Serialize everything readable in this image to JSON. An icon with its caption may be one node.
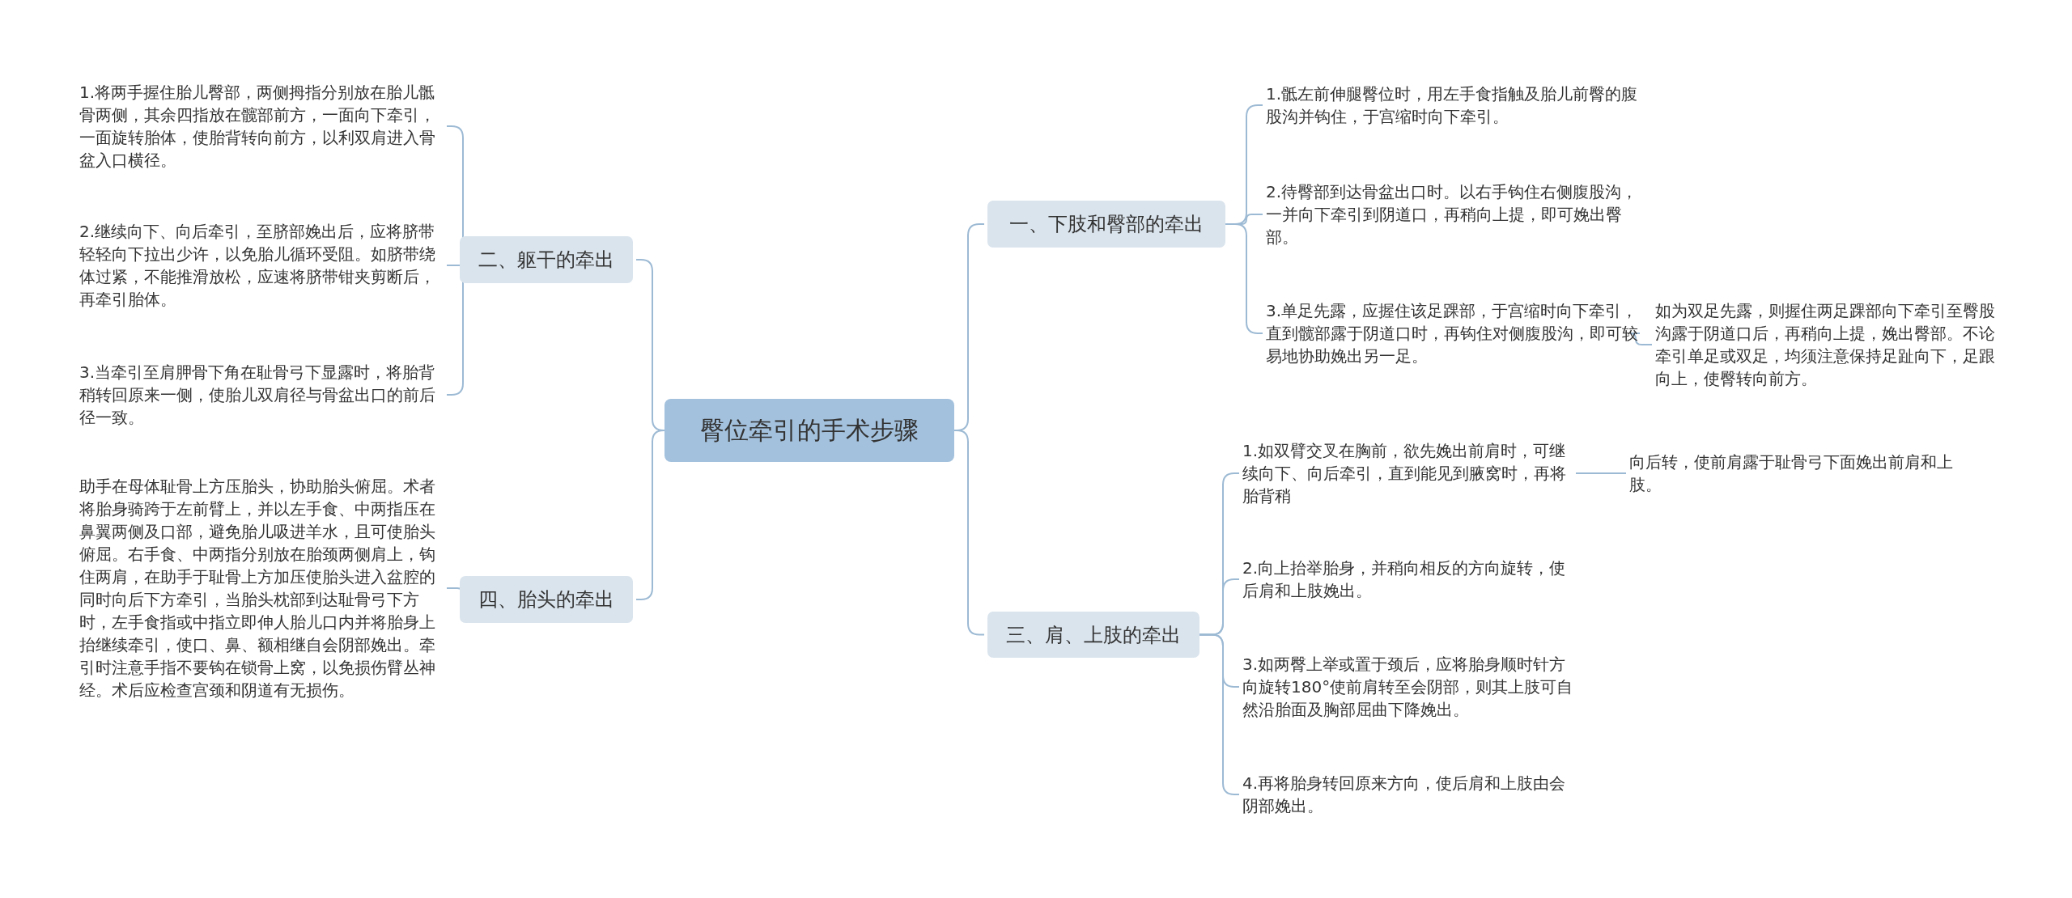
{
  "diagram": {
    "nodes": [
      {
        "text": [
          "臀位牵引的手术步骤"
        ]
      },
      {
        "text": [
          "一、下肢和臀部的牵出"
        ]
      },
      {
        "text": [
          "1.骶左前伸腿臀位时，用左手食指触及胎儿前臀的腹股沟并钩住，于宫缩时向下牵引。"
        ]
      },
      {
        "text": [
          "2.待臀部到达骨盆出口时。以右手钩住右侧腹股沟，一并向下牵引到阴道口，再稍向上提，即可娩出臀部。"
        ]
      },
      {
        "text": [
          "3.单足先露，应握住该足踝部，于宫缩时向下牵引，直到髋部露于阴道口时，再钩住对侧腹股沟，即可较易地协助娩出另一足。"
        ]
      },
      {
        "text": [
          "如为双足先露，则握住两足踝部向下牵引至臀股沟露于阴道口后，再稍向上提，娩出臀部。不论牵引单足或双足，均须注意保持足趾向下，足跟向上，使臀转向前方。"
        ]
      },
      {
        "text": [
          "三、肩、上肢的牵出"
        ]
      },
      {
        "text": [
          "1.如双臂交叉在胸前，欲先娩出前肩时，可继续向下、向后牵引，直到能见到腋窝时，再将胎背稍"
        ]
      },
      {
        "text": [
          "向后转，使前肩露于耻骨弓下面娩出前肩和上肢。"
        ]
      },
      {
        "text": [
          "2.向上抬举胎身，并稍向相反的方向旋转，使后肩和上肢娩出。"
        ]
      },
      {
        "text": [
          "3.如两臀上举或置于颈后，应将胎身顺时针方向旋转180°使前肩转至会阴部，则其上肢可自然沿胎面及胸部屈曲下降娩出。"
        ]
      },
      {
        "text": [
          "4.再将胎身转回原来方向，使后肩和上肢由会阴部娩出。"
        ]
      },
      {
        "text": [
          "二、躯干的牵出"
        ]
      },
      {
        "text": [
          "1.将两手握住胎儿臀部，两侧拇指分别放在胎儿骶骨两侧，其余四指放在髋部前方，一面向下牵引，一面旋转胎体，使胎背转向前方，以利双肩进入骨盆入口横径。"
        ]
      },
      {
        "text": [
          "2.继续向下、向后牵引，至脐部娩出后，应将脐带轻轻向下拉出少许，以免胎儿循环受阻。如脐带绕体过紧，不能推滑放松，应速将脐带钳夹剪断后，再牵引胎体。"
        ]
      },
      {
        "text": [
          "3.当牵引至肩胛骨下角在耻骨弓下显露时，将胎背稍转回原来一侧，使胎儿双肩径与骨盆出口的前后径一致。"
        ]
      },
      {
        "text": [
          "四、胎头的牵出"
        ]
      },
      {
        "text": [
          "助手在母体耻骨上方压胎头，协助胎头俯屈。术者将胎身骑跨于左前臂上，并以左手食、中两指压在鼻翼两侧及口部，避免胎儿吸进羊水，且可使胎头俯屈。右手食、中两指分别放在胎颈两侧肩上，钩住两肩，在助手于耻骨上方加压使胎头进入盆腔的同时向后下方牵引，当胎头枕部到达耻骨弓下方时，左手食指或中指立即伸人胎儿口内并将胎身上抬继续牵引，使口、鼻、额相继自会阴部娩出。牵引时注意手指不要钩在锁骨上窝，以免损伤臂丛神经。术后应检查宫颈和阴道有无损伤。"
        ]
      }
    ],
    "edges": [
      {
        "from": 0,
        "to": 1,
        "arrow": "none"
      },
      {
        "from": 1,
        "to": 2,
        "arrow": "none"
      },
      {
        "from": 1,
        "to": 3,
        "arrow": "none"
      },
      {
        "from": 1,
        "to": 4,
        "arrow": "none"
      },
      {
        "from": 4,
        "to": 5,
        "arrow": "none"
      },
      {
        "from": 0,
        "to": 6,
        "arrow": "none"
      },
      {
        "from": 6,
        "to": 7,
        "arrow": "none"
      },
      {
        "from": 7,
        "to": 8,
        "arrow": "none"
      },
      {
        "from": 6,
        "to": 9,
        "arrow": "none"
      },
      {
        "from": 6,
        "to": 10,
        "arrow": "none"
      },
      {
        "from": 6,
        "to": 11,
        "arrow": "none"
      },
      {
        "from": 0,
        "to": 12,
        "arrow": "none"
      },
      {
        "from": 12,
        "to": 13,
        "arrow": "none"
      },
      {
        "from": 12,
        "to": 14,
        "arrow": "none"
      },
      {
        "from": 12,
        "to": 15,
        "arrow": "none"
      },
      {
        "from": 0,
        "to": 16,
        "arrow": "none"
      },
      {
        "from": 16,
        "to": 17,
        "arrow": "none"
      }
    ]
  }
}
